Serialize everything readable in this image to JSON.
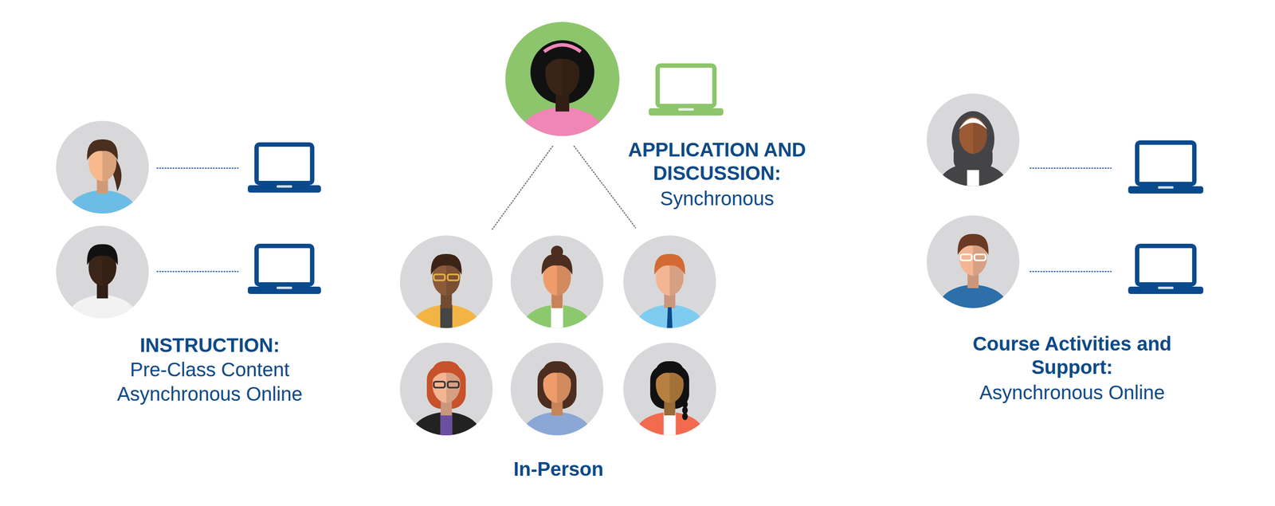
{
  "diagram": {
    "labels": [
      "INSTRUCTION:",
      "Pre-Class Content",
      "Asynchronous Online",
      "APPLICATION AND DISCUSSION:",
      "Synchronous",
      "In-Person",
      "Course Activities and Support:",
      "Asynchronous Online"
    ]
  }
}
